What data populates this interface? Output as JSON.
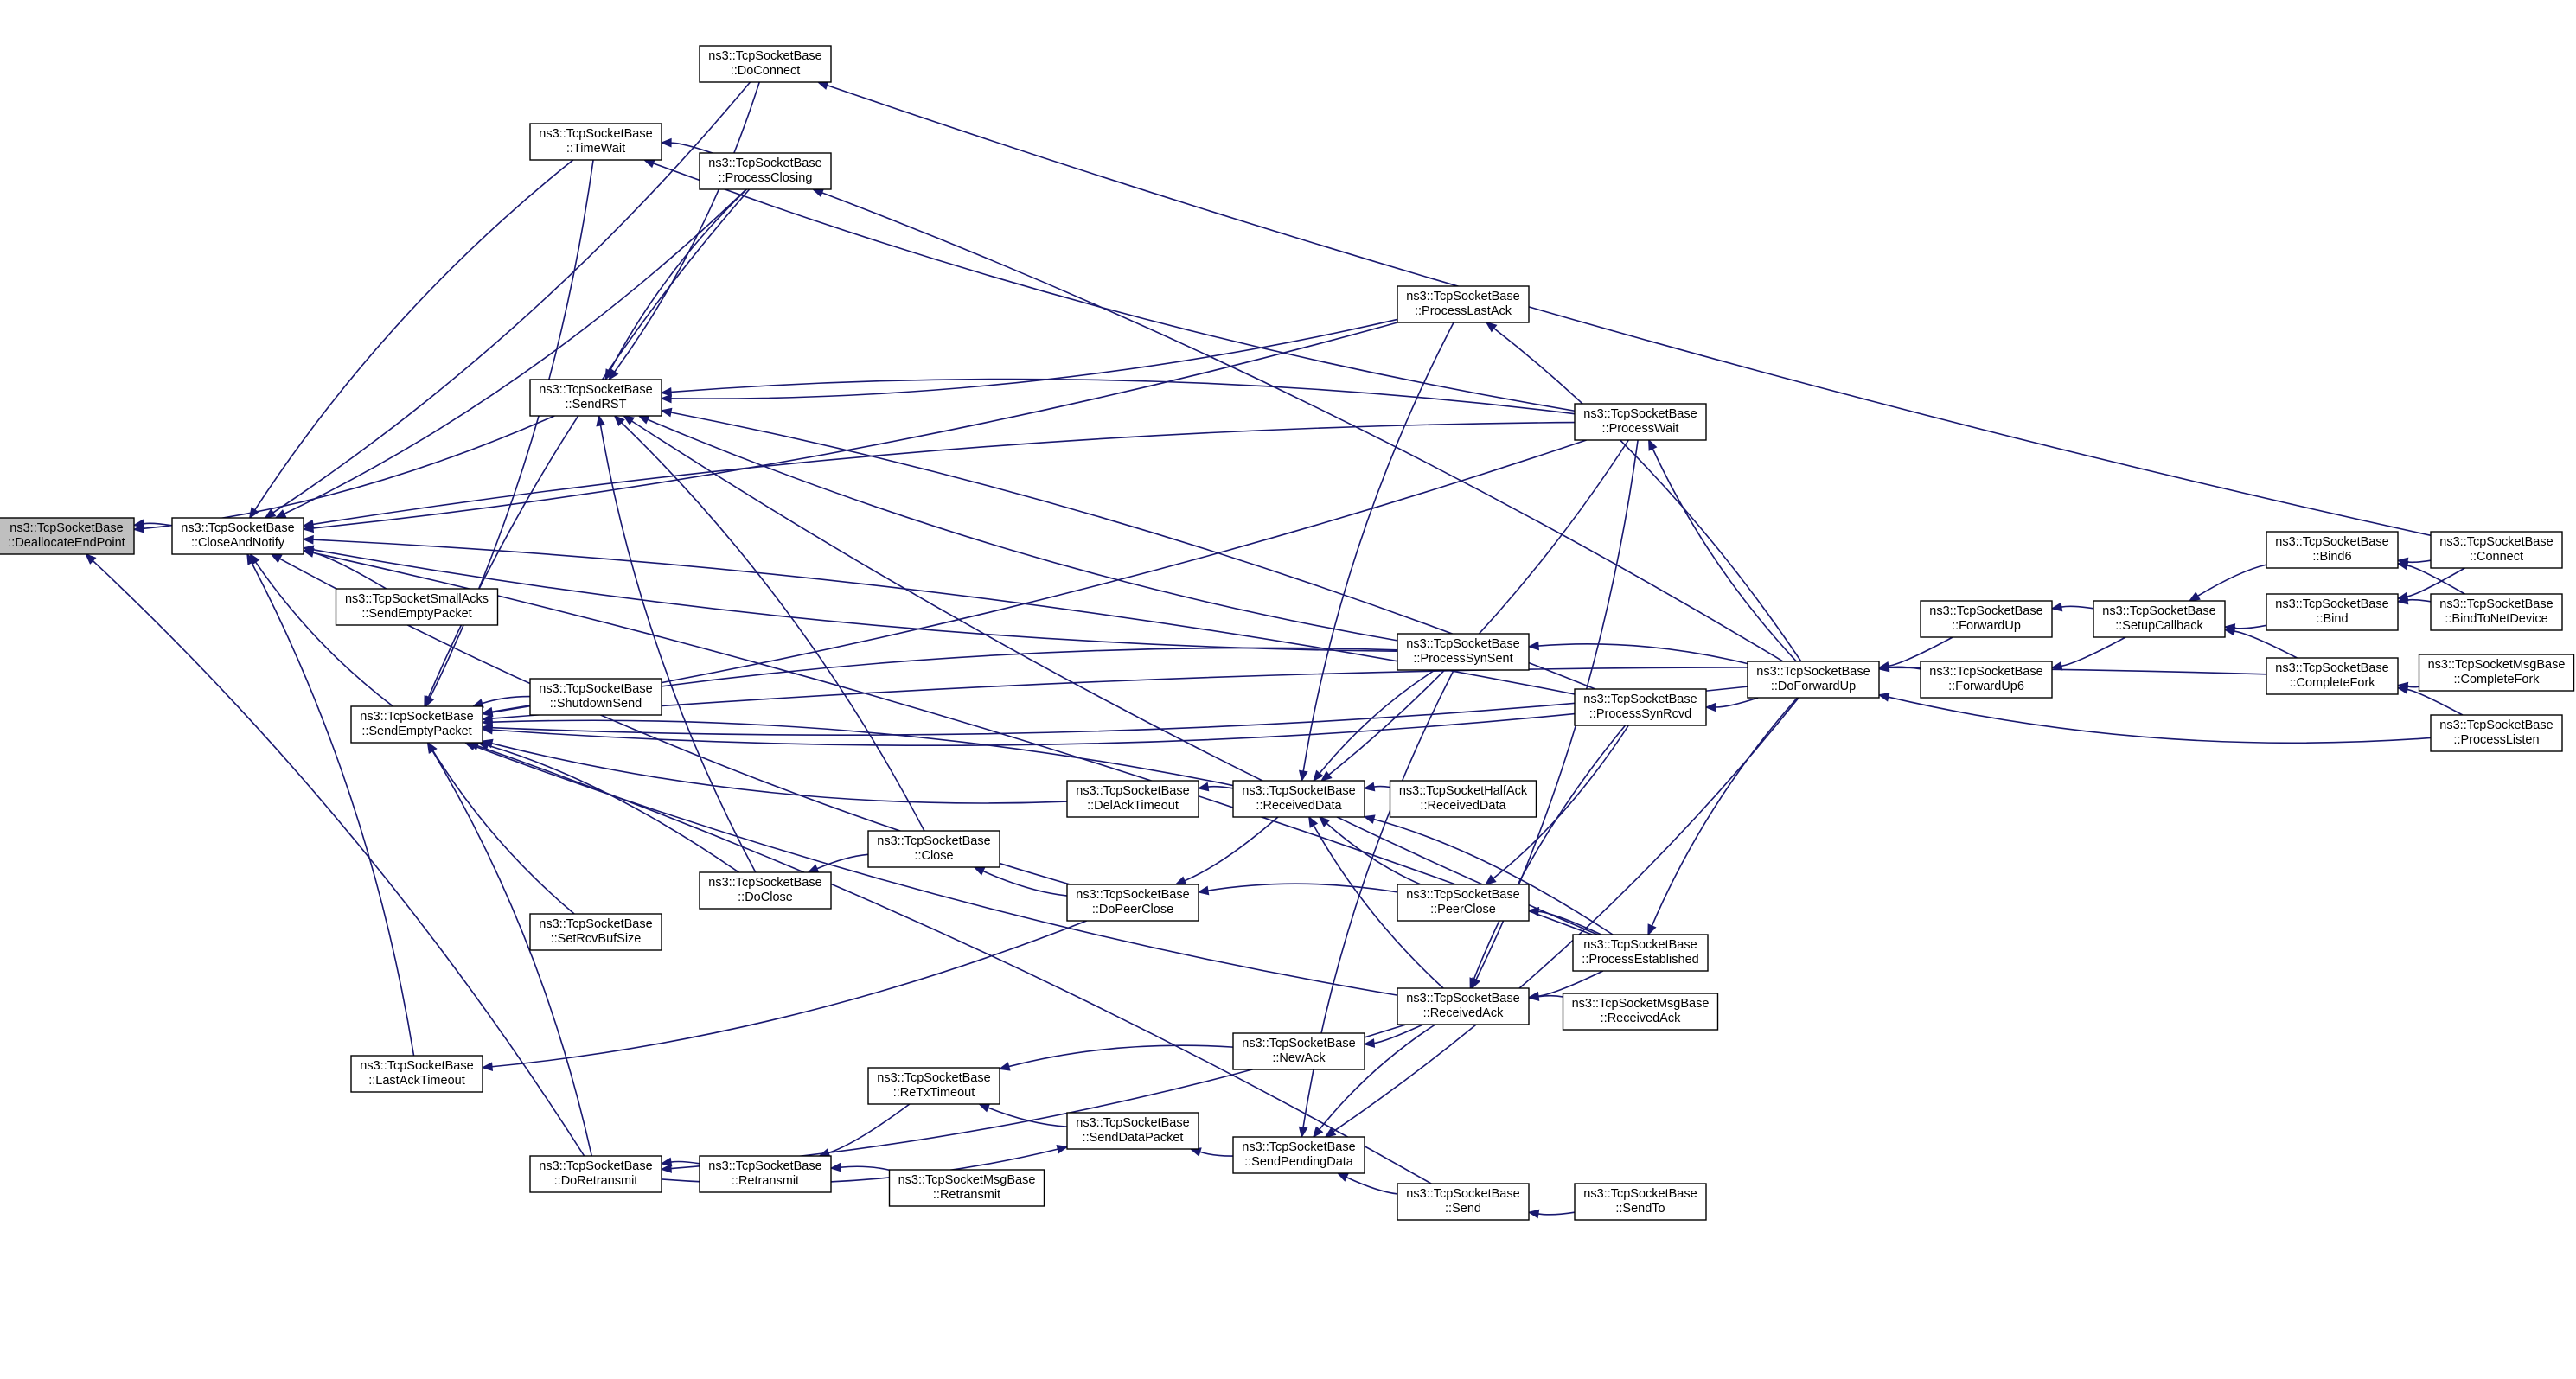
{
  "graph": {
    "nodes": [
      {
        "id": "DeallocateEndPoint",
        "root": true,
        "lines": [
          "ns3::TcpSocketBase",
          "::DeallocateEndPoint"
        ]
      },
      {
        "id": "CloseAndNotify",
        "lines": [
          "ns3::TcpSocketBase",
          "::CloseAndNotify"
        ]
      },
      {
        "id": "DoConnect",
        "lines": [
          "ns3::TcpSocketBase",
          "::DoConnect"
        ]
      },
      {
        "id": "TimeWait",
        "lines": [
          "ns3::TcpSocketBase",
          "::TimeWait"
        ]
      },
      {
        "id": "ProcessClosing",
        "lines": [
          "ns3::TcpSocketBase",
          "::ProcessClosing"
        ]
      },
      {
        "id": "SendRST",
        "lines": [
          "ns3::TcpSocketBase",
          "::SendRST"
        ]
      },
      {
        "id": "SmallAcksSendEmpty",
        "lines": [
          "ns3::TcpSocketSmallAcks",
          "::SendEmptyPacket"
        ]
      },
      {
        "id": "ShutdownSend",
        "lines": [
          "ns3::TcpSocketBase",
          "::ShutdownSend"
        ]
      },
      {
        "id": "SendEmptyPacket",
        "lines": [
          "ns3::TcpSocketBase",
          "::SendEmptyPacket"
        ]
      },
      {
        "id": "SetRcvBufSize",
        "lines": [
          "ns3::TcpSocketBase",
          "::SetRcvBufSize"
        ]
      },
      {
        "id": "LastAckTimeout",
        "lines": [
          "ns3::TcpSocketBase",
          "::LastAckTimeout"
        ]
      },
      {
        "id": "DoRetransmit",
        "lines": [
          "ns3::TcpSocketBase",
          "::DoRetransmit"
        ]
      },
      {
        "id": "DoClose",
        "lines": [
          "ns3::TcpSocketBase",
          "::DoClose"
        ]
      },
      {
        "id": "Retransmit",
        "lines": [
          "ns3::TcpSocketBase",
          "::Retransmit"
        ]
      },
      {
        "id": "Close",
        "lines": [
          "ns3::TcpSocketBase",
          "::Close"
        ]
      },
      {
        "id": "ReTxTimeout",
        "lines": [
          "ns3::TcpSocketBase",
          "::ReTxTimeout"
        ]
      },
      {
        "id": "MsgRetransmit",
        "lines": [
          "ns3::TcpSocketMsgBase",
          "::Retransmit"
        ]
      },
      {
        "id": "DelAckTimeout",
        "lines": [
          "ns3::TcpSocketBase",
          "::DelAckTimeout"
        ]
      },
      {
        "id": "DoPeerClose",
        "lines": [
          "ns3::TcpSocketBase",
          "::DoPeerClose"
        ]
      },
      {
        "id": "SendDataPacket",
        "lines": [
          "ns3::TcpSocketBase",
          "::SendDataPacket"
        ]
      },
      {
        "id": "ReceivedData",
        "lines": [
          "ns3::TcpSocketBase",
          "::ReceivedData"
        ]
      },
      {
        "id": "NewAck",
        "lines": [
          "ns3::TcpSocketBase",
          "::NewAck"
        ]
      },
      {
        "id": "SendPendingData",
        "lines": [
          "ns3::TcpSocketBase",
          "::SendPendingData"
        ]
      },
      {
        "id": "ProcessLastAck",
        "lines": [
          "ns3::TcpSocketBase",
          "::ProcessLastAck"
        ]
      },
      {
        "id": "ProcessSynSent",
        "lines": [
          "ns3::TcpSocketBase",
          "::ProcessSynSent"
        ]
      },
      {
        "id": "HalfAckReceivedData",
        "lines": [
          "ns3::TcpSocketHalfAck",
          "::ReceivedData"
        ]
      },
      {
        "id": "PeerClose",
        "lines": [
          "ns3::TcpSocketBase",
          "::PeerClose"
        ]
      },
      {
        "id": "ReceivedAck",
        "lines": [
          "ns3::TcpSocketBase",
          "::ReceivedAck"
        ]
      },
      {
        "id": "Send",
        "lines": [
          "ns3::TcpSocketBase",
          "::Send"
        ]
      },
      {
        "id": "ProcessWait",
        "lines": [
          "ns3::TcpSocketBase",
          "::ProcessWait"
        ]
      },
      {
        "id": "ProcessSynRcvd",
        "lines": [
          "ns3::TcpSocketBase",
          "::ProcessSynRcvd"
        ]
      },
      {
        "id": "ProcessEstablished",
        "lines": [
          "ns3::TcpSocketBase",
          "::ProcessEstablished"
        ]
      },
      {
        "id": "MsgReceivedAck",
        "lines": [
          "ns3::TcpSocketMsgBase",
          "::ReceivedAck"
        ]
      },
      {
        "id": "SendTo",
        "lines": [
          "ns3::TcpSocketBase",
          "::SendTo"
        ]
      },
      {
        "id": "DoForwardUp",
        "lines": [
          "ns3::TcpSocketBase",
          "::DoForwardUp"
        ]
      },
      {
        "id": "ForwardUp",
        "lines": [
          "ns3::TcpSocketBase",
          "::ForwardUp"
        ]
      },
      {
        "id": "ForwardUp6",
        "lines": [
          "ns3::TcpSocketBase",
          "::ForwardUp6"
        ]
      },
      {
        "id": "SetupCallback",
        "lines": [
          "ns3::TcpSocketBase",
          "::SetupCallback"
        ]
      },
      {
        "id": "Bind6",
        "lines": [
          "ns3::TcpSocketBase",
          "::Bind6"
        ]
      },
      {
        "id": "Bind",
        "lines": [
          "ns3::TcpSocketBase",
          "::Bind"
        ]
      },
      {
        "id": "CompleteFork",
        "lines": [
          "ns3::TcpSocketBase",
          "::CompleteFork"
        ]
      },
      {
        "id": "Connect",
        "lines": [
          "ns3::TcpSocketBase",
          "::Connect"
        ]
      },
      {
        "id": "BindToNetDevice",
        "lines": [
          "ns3::TcpSocketBase",
          "::BindToNetDevice"
        ]
      },
      {
        "id": "MsgCompleteFork",
        "lines": [
          "ns3::TcpSocketMsgBase",
          "::CompleteFork"
        ]
      },
      {
        "id": "ProcessListen",
        "lines": [
          "ns3::TcpSocketBase",
          "::ProcessListen"
        ]
      }
    ],
    "edges": [
      [
        "CloseAndNotify",
        "DeallocateEndPoint"
      ],
      [
        "SendRST",
        "DeallocateEndPoint"
      ],
      [
        "DoRetransmit",
        "DeallocateEndPoint"
      ],
      [
        "DoConnect",
        "CloseAndNotify"
      ],
      [
        "TimeWait",
        "CloseAndNotify"
      ],
      [
        "ProcessClosing",
        "CloseAndNotify"
      ],
      [
        "SmallAcksSendEmpty",
        "CloseAndNotify"
      ],
      [
        "SendEmptyPacket",
        "CloseAndNotify"
      ],
      [
        "LastAckTimeout",
        "CloseAndNotify"
      ],
      [
        "ProcessLastAck",
        "CloseAndNotify"
      ],
      [
        "ProcessWait",
        "CloseAndNotify"
      ],
      [
        "ProcessSynSent",
        "CloseAndNotify"
      ],
      [
        "ProcessSynRcvd",
        "CloseAndNotify"
      ],
      [
        "DoPeerClose",
        "CloseAndNotify"
      ],
      [
        "ProcessEstablished",
        "CloseAndNotify"
      ],
      [
        "Connect",
        "DoConnect"
      ],
      [
        "ProcessClosing",
        "TimeWait"
      ],
      [
        "ProcessWait",
        "TimeWait"
      ],
      [
        "DoForwardUp",
        "ProcessClosing"
      ],
      [
        "DoConnect",
        "SendRST"
      ],
      [
        "ProcessClosing",
        "SendRST"
      ],
      [
        "ProcessLastAck",
        "SendRST"
      ],
      [
        "ProcessWait",
        "SendRST"
      ],
      [
        "ProcessSynSent",
        "SendRST"
      ],
      [
        "ProcessSynRcvd",
        "SendRST"
      ],
      [
        "DoClose",
        "SendRST"
      ],
      [
        "Close",
        "SendRST"
      ],
      [
        "ProcessEstablished",
        "SendRST"
      ],
      [
        "ShutdownSend",
        "SendEmptyPacket"
      ],
      [
        "SetRcvBufSize",
        "SendEmptyPacket"
      ],
      [
        "DoClose",
        "SendEmptyPacket"
      ],
      [
        "DelAckTimeout",
        "SendEmptyPacket"
      ],
      [
        "ReceivedData",
        "SendEmptyPacket"
      ],
      [
        "ProcessSynRcvd",
        "SendEmptyPacket"
      ],
      [
        "ProcessSynSent",
        "SendEmptyPacket"
      ],
      [
        "ProcessWait",
        "SendEmptyPacket"
      ],
      [
        "ProcessClosing",
        "SendEmptyPacket"
      ],
      [
        "TimeWait",
        "SendEmptyPacket"
      ],
      [
        "DoRetransmit",
        "SendEmptyPacket"
      ],
      [
        "ReceivedAck",
        "SendEmptyPacket"
      ],
      [
        "Send",
        "SendEmptyPacket"
      ],
      [
        "DoForwardUp",
        "SendEmptyPacket"
      ],
      [
        "CompleteFork",
        "SendEmptyPacket"
      ],
      [
        "DoPeerClose",
        "LastAckTimeout"
      ],
      [
        "Retransmit",
        "DoRetransmit"
      ],
      [
        "ReceivedAck",
        "DoRetransmit"
      ],
      [
        "Close",
        "DoClose"
      ],
      [
        "ReTxTimeout",
        "Retransmit"
      ],
      [
        "MsgRetransmit",
        "Retransmit"
      ],
      [
        "DoPeerClose",
        "Close"
      ],
      [
        "NewAck",
        "ReTxTimeout"
      ],
      [
        "SendDataPacket",
        "ReTxTimeout"
      ],
      [
        "ReceivedData",
        "DelAckTimeout"
      ],
      [
        "ReceivedData",
        "DoPeerClose"
      ],
      [
        "PeerClose",
        "DoPeerClose"
      ],
      [
        "SendPendingData",
        "SendDataPacket"
      ],
      [
        "DoRetransmit",
        "SendDataPacket"
      ],
      [
        "ReceivedAck",
        "NewAck"
      ],
      [
        "ReceivedAck",
        "SendPendingData"
      ],
      [
        "Send",
        "SendPendingData"
      ],
      [
        "ProcessSynSent",
        "SendPendingData"
      ],
      [
        "DoForwardUp",
        "SendPendingData"
      ],
      [
        "HalfAckReceivedData",
        "ReceivedData"
      ],
      [
        "PeerClose",
        "ReceivedData"
      ],
      [
        "ProcessSynSent",
        "ReceivedData"
      ],
      [
        "ProcessWait",
        "ReceivedData"
      ],
      [
        "ProcessEstablished",
        "ReceivedData"
      ],
      [
        "ReceivedAck",
        "ReceivedData"
      ],
      [
        "ProcessLastAck",
        "ReceivedData"
      ],
      [
        "ProcessSynRcvd",
        "PeerClose"
      ],
      [
        "ProcessEstablished",
        "PeerClose"
      ],
      [
        "ProcessEstablished",
        "ReceivedAck"
      ],
      [
        "ProcessSynRcvd",
        "ReceivedAck"
      ],
      [
        "ProcessWait",
        "ReceivedAck"
      ],
      [
        "MsgReceivedAck",
        "ReceivedAck"
      ],
      [
        "SendTo",
        "Send"
      ],
      [
        "DoForwardUp",
        "ProcessLastAck"
      ],
      [
        "DoForwardUp",
        "ProcessWait"
      ],
      [
        "DoForwardUp",
        "ProcessSynSent"
      ],
      [
        "DoForwardUp",
        "ProcessSynRcvd"
      ],
      [
        "DoForwardUp",
        "ProcessEstablished"
      ],
      [
        "ForwardUp",
        "DoForwardUp"
      ],
      [
        "ForwardUp6",
        "DoForwardUp"
      ],
      [
        "ProcessListen",
        "DoForwardUp"
      ],
      [
        "SetupCallback",
        "ForwardUp"
      ],
      [
        "SetupCallback",
        "ForwardUp6"
      ],
      [
        "Bind6",
        "SetupCallback"
      ],
      [
        "Bind",
        "SetupCallback"
      ],
      [
        "CompleteFork",
        "SetupCallback"
      ],
      [
        "Connect",
        "Bind6"
      ],
      [
        "BindToNetDevice",
        "Bind6"
      ],
      [
        "Connect",
        "Bind"
      ],
      [
        "BindToNetDevice",
        "Bind"
      ],
      [
        "MsgCompleteFork",
        "CompleteFork"
      ],
      [
        "ProcessListen",
        "CompleteFork"
      ]
    ]
  }
}
